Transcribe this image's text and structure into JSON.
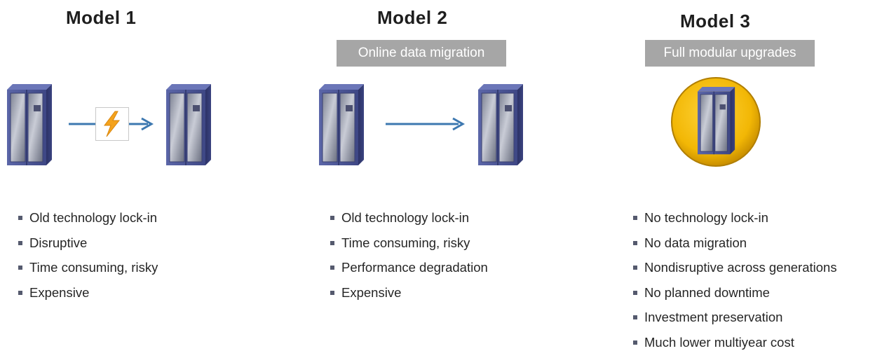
{
  "models": [
    {
      "title": "Model 1",
      "tag": "",
      "bullets": [
        "Old technology lock-in",
        "Disruptive",
        "Time consuming, risky",
        "Expensive"
      ],
      "icon": "two-racks-with-lightning-arrow"
    },
    {
      "title": "Model 2",
      "tag": "Online data migration",
      "bullets": [
        "Old technology lock-in",
        "Time consuming, risky",
        "Performance degradation",
        "Expensive"
      ],
      "icon": "two-racks-with-arrow"
    },
    {
      "title": "Model 3",
      "tag": "Full modular upgrades",
      "bullets": [
        "No technology lock-in",
        "No data migration",
        "Nondisruptive across generations",
        "No planned downtime",
        "Investment preservation",
        "Much lower multiyear cost"
      ],
      "icon": "rack-in-gold-circle"
    }
  ],
  "colors": {
    "arrow": "#3d78b0",
    "tag_bg": "#a6a6a6",
    "rack_body": "#4f5a9c",
    "gold": "#f2b705",
    "lightning": "#f4a21b"
  }
}
